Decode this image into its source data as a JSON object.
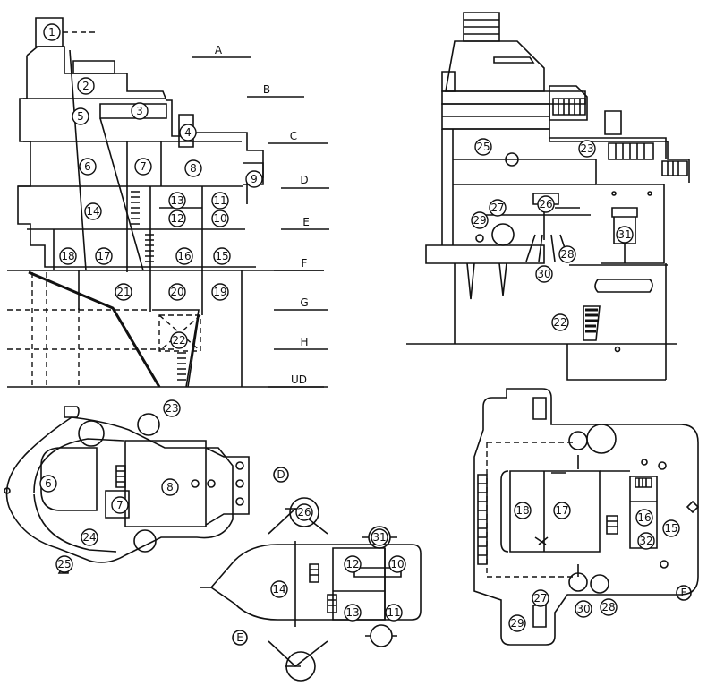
{
  "deck_levels": [
    "A",
    "B",
    "C",
    "D",
    "E",
    "F",
    "G",
    "H",
    "UD"
  ],
  "view_labels": [
    "D",
    "E",
    "F"
  ],
  "numbers": {
    "n1": "1",
    "n2": "2",
    "n3": "3",
    "n4": "4",
    "n5": "5",
    "n6": "6",
    "n7": "7",
    "n8": "8",
    "n9": "9",
    "n10": "10",
    "n11": "11",
    "n12": "12",
    "n13": "13",
    "n14": "14",
    "n15": "15",
    "n16": "16",
    "n17": "17",
    "n18": "18",
    "n19": "19",
    "n20": "20",
    "n21": "21",
    "n22": "22",
    "n23": "23",
    "n24": "24",
    "n25": "25",
    "n26": "26",
    "n27": "27",
    "n28": "28",
    "n29": "29",
    "n30": "30",
    "n31": "31",
    "n32": "32"
  },
  "colors": {
    "ink": "#111111",
    "paper": "#ffffff"
  }
}
